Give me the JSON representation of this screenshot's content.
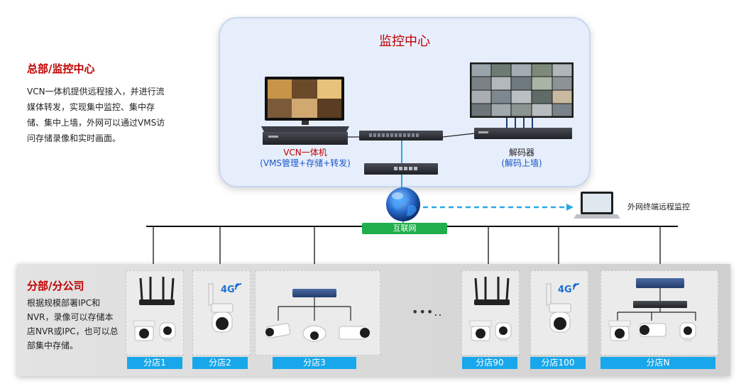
{
  "hq": {
    "title": "总部/监控中心",
    "description": "VCN一体机提供远程接入，并进行流媒体转发，实现集中监控、集中存储、集中上墙，外网可以通过VMS访问存储录像和实时画面。"
  },
  "center": {
    "title": "监控中心",
    "vcn_label": "VCN一体机",
    "vcn_sub": "(VMS管理+存储+转发)",
    "decoder_label": "解码器",
    "decoder_sub": "(解码上墙)"
  },
  "internet": {
    "label": "互联网"
  },
  "remote": {
    "label": "外网终端远程监控"
  },
  "branch": {
    "title": "分部/分公司",
    "description": "根据规模部署IPC和NVR，录像可以存储本店NVR或IPC，也可以总部集中存储。",
    "ellipsis": "•••.."
  },
  "stores": [
    "分店1",
    "分店2",
    "分店3",
    "分店90",
    "分店100",
    "分店N"
  ],
  "badge_4g": "4G",
  "colors": {
    "accent_red": "#c00000",
    "store_blue": "#18a7ea",
    "internet_green": "#1fae4b",
    "link_blue": "#2aa7e6"
  }
}
